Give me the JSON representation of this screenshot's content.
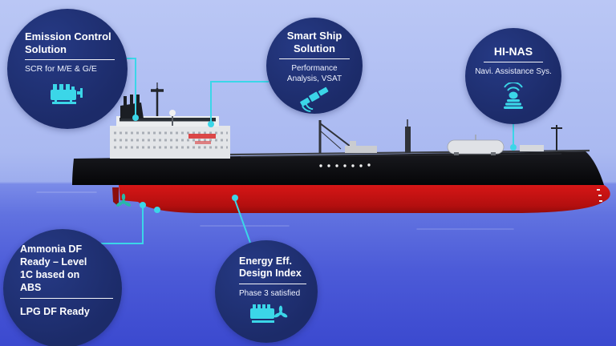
{
  "callouts": {
    "emission": {
      "title": [
        "Emission Control",
        "Solution"
      ],
      "subtitle": "SCR for M/E & G/E",
      "icon": "engine-icon"
    },
    "smart_ship": {
      "title": [
        "Smart Ship",
        "Solution"
      ],
      "subtitle": [
        "Performance",
        "Analysis, VSAT"
      ],
      "icon": "satellite-icon"
    },
    "hinas": {
      "title": "HI-NAS",
      "subtitle": "Navi. Assistance Sys.",
      "icon": "radar-antenna-icon"
    },
    "ammonia": {
      "lines": [
        "Ammonia DF",
        "Ready – Level",
        "1C based on",
        "ABS"
      ],
      "footer": "LPG DF Ready"
    },
    "eedi": {
      "title": [
        "Energy Eff.",
        "Design Index"
      ],
      "subtitle": "Phase 3 satisfied",
      "icon": "engine-propeller-icon"
    }
  },
  "colors": {
    "bubble_bg": "#1c2b69",
    "accent_cyan": "#3bd6e8",
    "hull_red": "#c51212",
    "hull_black": "#0c0c0e",
    "sky_top": "#bac7f5",
    "sea_bottom": "#3b49cf"
  }
}
